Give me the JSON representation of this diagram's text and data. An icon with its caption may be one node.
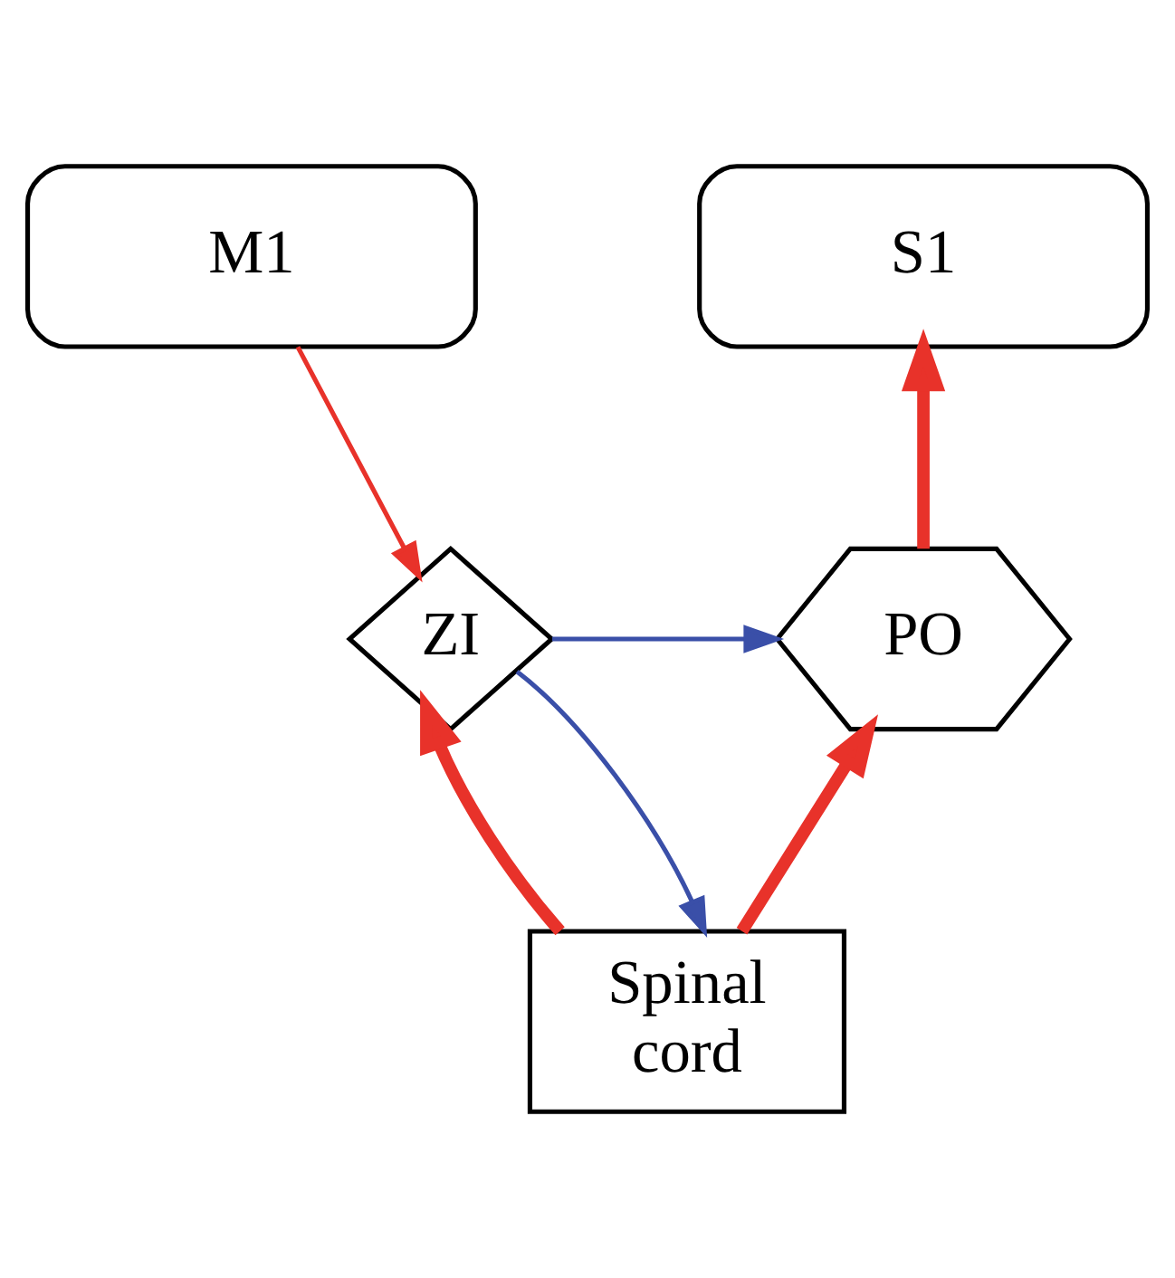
{
  "diagram": {
    "nodes": [
      {
        "text": [
          "S1"
        ]
      },
      {
        "text": [
          "M1"
        ]
      },
      {
        "text": [
          "PO"
        ]
      },
      {
        "text": [
          "ZI"
        ]
      },
      {
        "text": [
          "Spinal cord"
        ]
      }
    ],
    "edges": [
      {
        "from": 2,
        "to": 0,
        "arrow": "to",
        "style": "thick"
      },
      {
        "from": 1,
        "to": 3,
        "arrow": "to"
      },
      {
        "from": 3,
        "to": 2,
        "arrow": "to",
        "color": "#3a4fa8"
      },
      {
        "from": 3,
        "to": 4,
        "arrow": "to",
        "color": "#3a4fa8"
      },
      {
        "from": 4,
        "to": 2,
        "arrow": "to",
        "style": "thick"
      },
      {
        "from": 4,
        "to": 3,
        "arrow": "to",
        "style": "thick"
      }
    ]
  }
}
